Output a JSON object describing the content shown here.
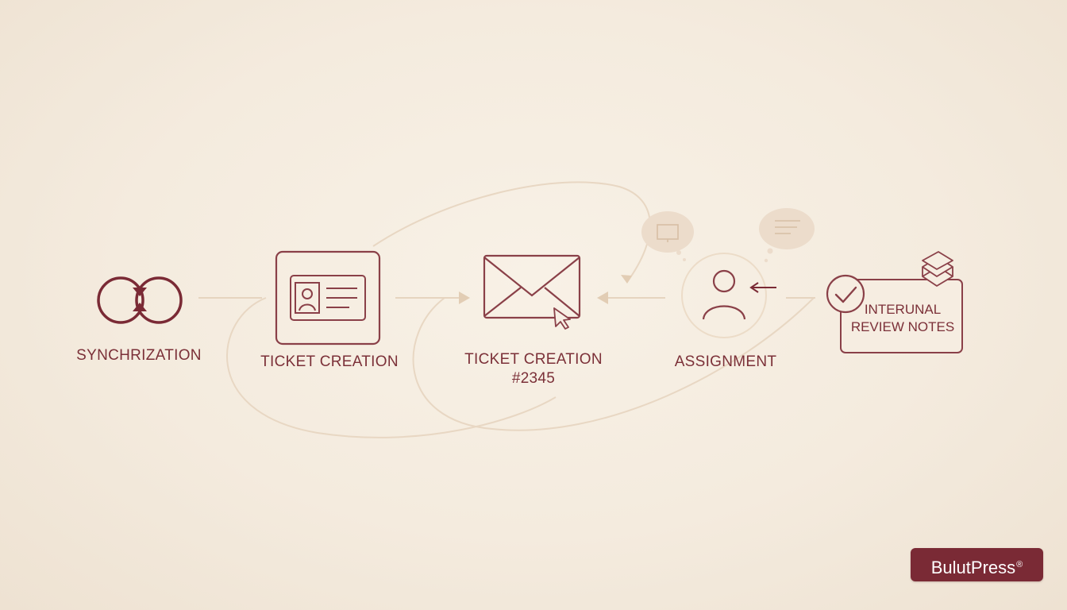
{
  "steps": [
    {
      "id": "sync",
      "label": "SYNCHRIZATION",
      "icon": "sync-arrows-icon"
    },
    {
      "id": "ticket-card",
      "label": "TICKET CREATION",
      "icon": "id-card-icon"
    },
    {
      "id": "ticket-email",
      "label_line1": "TICKET CREATION",
      "label_line2": "#2345",
      "icon": "envelope-icon"
    },
    {
      "id": "assignment",
      "label": "ASSIGNMENT",
      "icon": "user-icon"
    },
    {
      "id": "review",
      "label_line1": "INTERUNAL",
      "label_line2": "REVIEW NOTES",
      "icon": "checkmark-icon"
    }
  ],
  "brand": {
    "name": "BulutPress",
    "mark": "®"
  },
  "colors": {
    "accent": "#7a2a35",
    "text": "#7b3038",
    "connector": "#e6d4bf",
    "bubble": "#eadbc9"
  }
}
